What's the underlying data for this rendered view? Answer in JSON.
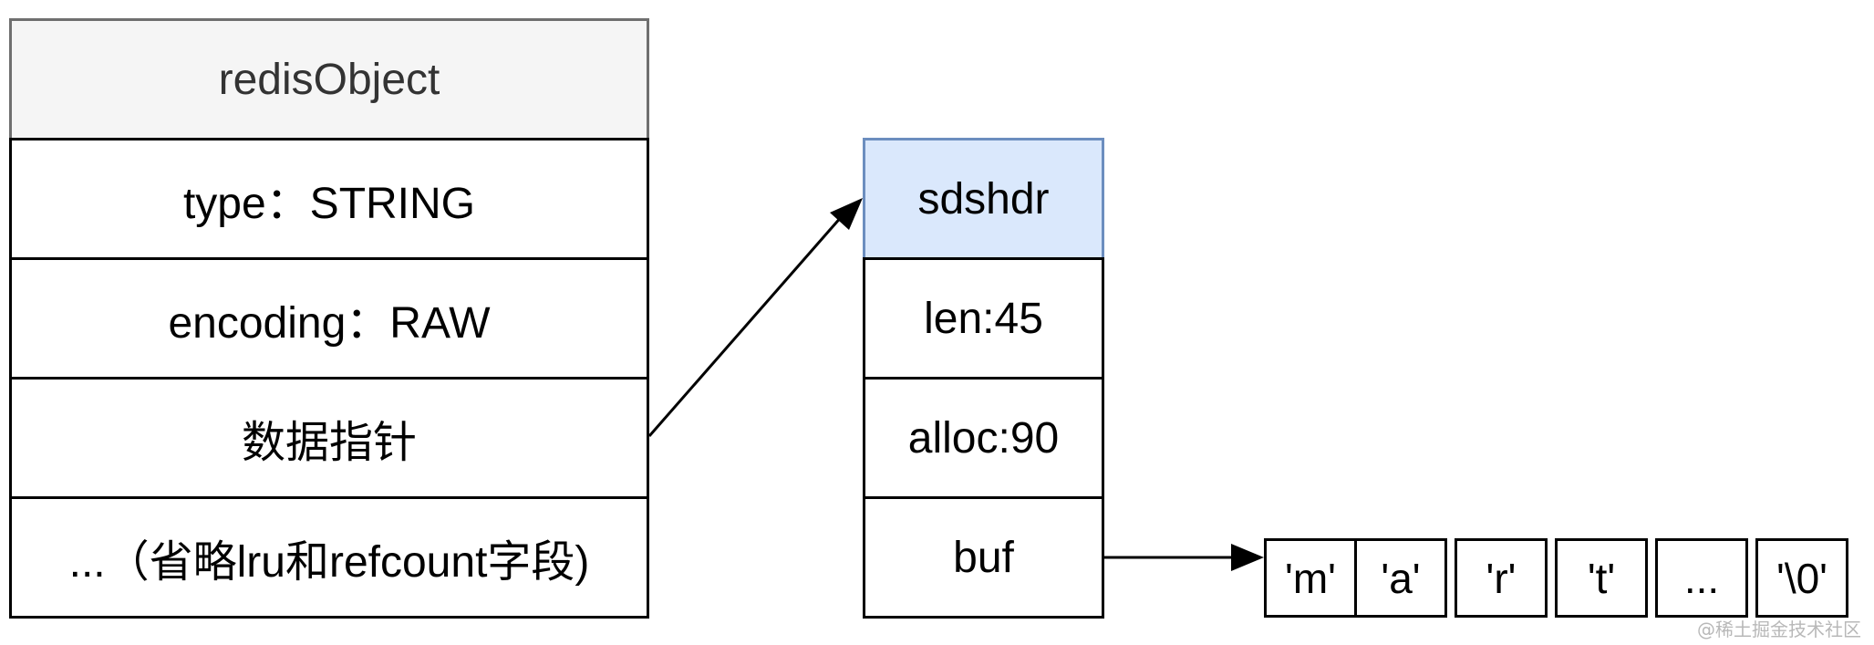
{
  "redis_object": {
    "title": "redisObject",
    "fields": [
      "type：STRING",
      "encoding：RAW",
      "数据指针",
      "...（省略lru和refcount字段)"
    ]
  },
  "sdshdr": {
    "title": "sdshdr",
    "fields": [
      "len:45",
      "alloc:90",
      "buf"
    ]
  },
  "buffer": {
    "cells": [
      "'m'",
      "'a'",
      "'r'",
      "'t'",
      "...",
      "'\\0'"
    ]
  },
  "watermark": "@稀土掘金技术社区",
  "colors": {
    "redis_header_fill": "#f5f5f5",
    "sds_header_fill": "#dae8fc",
    "sds_header_stroke": "#6c8ebf",
    "line": "#000000"
  }
}
